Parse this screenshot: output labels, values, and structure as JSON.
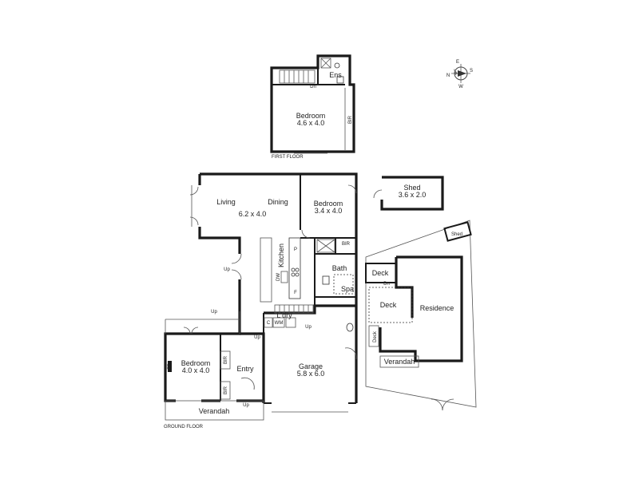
{
  "floors": {
    "first": "FIRST FLOOR",
    "ground": "GROUND FLOOR"
  },
  "compass": {
    "e": "E",
    "s": "S",
    "w": "W",
    "n": "N"
  },
  "first_floor": {
    "bedroom_name": "Bedroom",
    "bedroom_dims": "4.6 x 4.0",
    "bir": "BIR",
    "ens": "Ens",
    "dn": "Dn"
  },
  "ground_floor": {
    "living": "Living",
    "dining": "Dining",
    "living_dims": "6.2 x 4.0",
    "bedroom2_name": "Bedroom",
    "bedroom2_dims": "3.4 x 4.0",
    "bir2": "BIR",
    "kitchen": "Kitchen",
    "p": "P",
    "dw": "DW",
    "f": "F",
    "bath": "Bath",
    "spa": "Spa",
    "up_stair": "Up",
    "up_side": "Up",
    "up_top": "Up",
    "up_ldry": "Up",
    "up_entry": "Up",
    "ldry": "L'dry",
    "c": "C",
    "wm": "WM",
    "bedroom3_name": "Bedroom",
    "bedroom3_dims": "4.0 x 4.0",
    "bir3a": "BIR",
    "bir3b": "BIR",
    "fp": "FP",
    "entry": "Entry",
    "garage_name": "Garage",
    "garage_dims": "5.8 x 6.0",
    "verandah": "Verandah"
  },
  "shed_main": {
    "name": "Shed",
    "dims": "3.6 x 2.0"
  },
  "neighbour": {
    "shed": "Shed",
    "deck1": "Deck",
    "dn": "Dn",
    "deck2": "Deck",
    "residence": "Residence",
    "deck3": "Deck",
    "verandah": "Verandah"
  }
}
